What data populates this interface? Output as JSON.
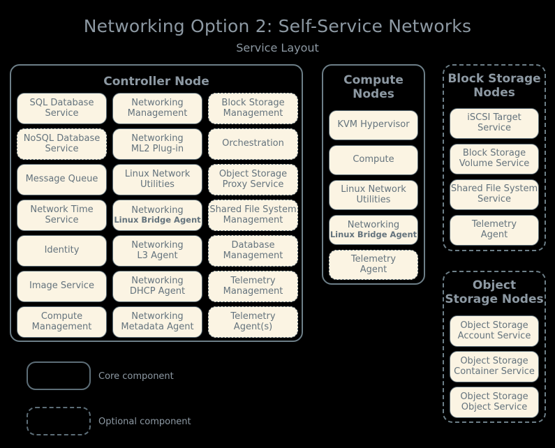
{
  "title": "Networking Option 2: Self-Service Networks",
  "subtitle": "Service Layout",
  "colors": {
    "background": "#000000",
    "box_fill": "#FBF4E3",
    "box_border": "#5d6e78",
    "container_border": "#6d7f88",
    "title_text": "#8d99a3",
    "box_text": "#64737d"
  },
  "nodes": {
    "controller": {
      "title": "Controller Node",
      "optional": false,
      "services": [
        {
          "l1": "SQL Database",
          "l2": "Service",
          "optional": false
        },
        {
          "l1": "Networking",
          "l2": "Management",
          "optional": false
        },
        {
          "l1": "Block Storage",
          "l2": "Management",
          "optional": true
        },
        {
          "l1": "NoSQL Database",
          "l2": "Service",
          "optional": true
        },
        {
          "l1": "Networking",
          "l2": "ML2 Plug-in",
          "optional": false
        },
        {
          "l1": "Orchestration",
          "l2": "",
          "optional": true
        },
        {
          "l1": "Message Queue",
          "l2": "",
          "optional": false
        },
        {
          "l1": "Linux Network",
          "l2": "Utilities",
          "optional": false
        },
        {
          "l1": "Object Storage",
          "l2": "Proxy Service",
          "optional": true
        },
        {
          "l1": "Network Time",
          "l2": "Service",
          "optional": false
        },
        {
          "l1": "Networking",
          "l2": "Linux Bridge Agent",
          "optional": false,
          "small2": true
        },
        {
          "l1": "Shared File System",
          "l2": "Management",
          "optional": true
        },
        {
          "l1": "Identity",
          "l2": "",
          "optional": false
        },
        {
          "l1": "Networking",
          "l2": "L3 Agent",
          "optional": false
        },
        {
          "l1": "Database",
          "l2": "Management",
          "optional": true
        },
        {
          "l1": "Image Service",
          "l2": "",
          "optional": false
        },
        {
          "l1": "Networking",
          "l2": "DHCP Agent",
          "optional": false
        },
        {
          "l1": "Telemetry",
          "l2": "Management",
          "optional": true
        },
        {
          "l1": "Compute",
          "l2": "Management",
          "optional": false
        },
        {
          "l1": "Networking",
          "l2": "Metadata Agent",
          "optional": false
        },
        {
          "l1": "Telemetry",
          "l2": "Agent(s)",
          "optional": true
        }
      ]
    },
    "compute": {
      "title": "Compute\nNodes",
      "title_line1": "Compute",
      "title_line2": "Nodes",
      "optional": false,
      "services": [
        {
          "l1": "KVM Hypervisor",
          "l2": "",
          "optional": false
        },
        {
          "l1": "Compute",
          "l2": "",
          "optional": false
        },
        {
          "l1": "Linux Network",
          "l2": "Utilities",
          "optional": false
        },
        {
          "l1": "Networking",
          "l2": "Linux Bridge Agent",
          "optional": false,
          "small2": true
        },
        {
          "l1": "Telemetry",
          "l2": "Agent",
          "optional": true
        }
      ]
    },
    "block_storage": {
      "title_line1": "Block Storage",
      "title_line2": "Nodes",
      "optional": true,
      "services": [
        {
          "l1": "iSCSI Target",
          "l2": "Service",
          "optional": false
        },
        {
          "l1": "Block Storage",
          "l2": "Volume Service",
          "optional": false
        },
        {
          "l1": "Shared File System",
          "l2": "Service",
          "optional": false
        },
        {
          "l1": "Telemetry",
          "l2": "Agent",
          "optional": false
        }
      ]
    },
    "object_storage": {
      "title_line1": "Object",
      "title_line2": "Storage Nodes",
      "optional": true,
      "services": [
        {
          "l1": "Object Storage",
          "l2": "Account Service",
          "optional": false
        },
        {
          "l1": "Object Storage",
          "l2": "Container Service",
          "optional": false
        },
        {
          "l1": "Object Storage",
          "l2": "Object Service",
          "optional": false
        }
      ]
    }
  },
  "legend": {
    "core_label": "Core component",
    "optional_label": "Optional component"
  }
}
